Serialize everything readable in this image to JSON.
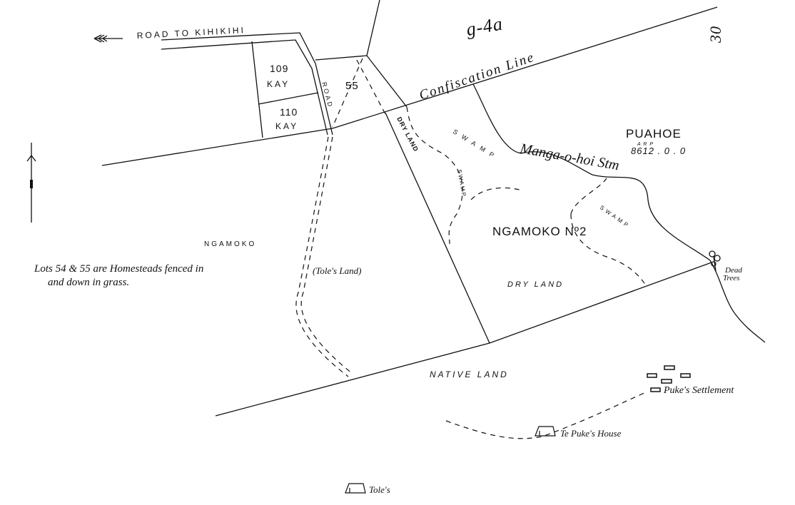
{
  "sheet": {
    "ref": "g-4a",
    "page_number": "30"
  },
  "labels": {
    "road_to": "ROAD TO KIHIKIHI",
    "lot109_num": "109",
    "lot109_name": "KAY",
    "lot110_num": "110",
    "lot110_name": "KAY",
    "road": "ROAD",
    "lot55": "55",
    "confiscation": "Confiscation Line",
    "dry_land_strip": "DRY LAND",
    "swamp1": "SWAMP",
    "swamp2": "SWAMP",
    "swamp3": "SWAMP",
    "puahoe": "PUAHOE",
    "arp": "A    R    P",
    "area": "8612 . 0 . 0",
    "stream": "Manga-o-hoi Stm",
    "ngamoko2": "NGAMOKO Nº2",
    "dead_trees_1": "Dead",
    "dead_trees_2": "Trees",
    "dry_land": "DRY  LAND",
    "ngamoko": "NGAMOKO",
    "note_1": "Lots 54 & 55 are Homesteads fenced in",
    "note_2": "and down in grass.",
    "toles_land": "(Tole's Land)",
    "native_land": "NATIVE  LAND",
    "pukes_settlement": "Puke's Settlement",
    "te_pukes_house": "Te Puke's House",
    "toles": "Tole's"
  },
  "colors": {
    "ink": "#111111",
    "paper": "#ffffff"
  }
}
